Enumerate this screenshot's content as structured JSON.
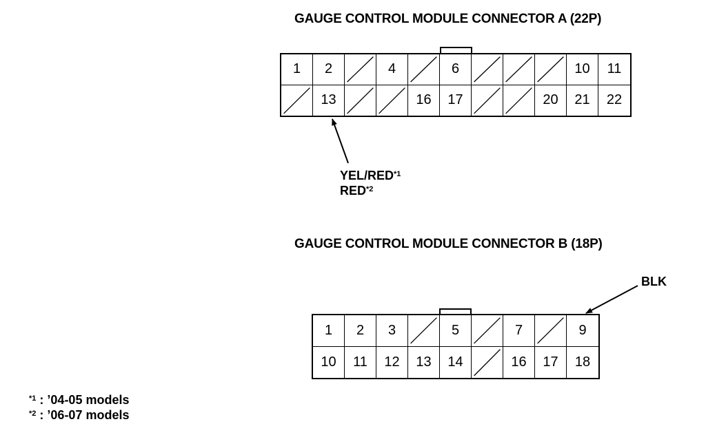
{
  "connector_a": {
    "title": "GAUGE CONTROL MODULE CONNECTOR A (22P)",
    "rows": [
      [
        "1",
        "2",
        "",
        "4",
        "",
        "6",
        "",
        "",
        "",
        "10",
        "11"
      ],
      [
        "",
        "13",
        "",
        "",
        "16",
        "17",
        "",
        "",
        "20",
        "21",
        "22"
      ]
    ],
    "wire_label_line1": "YEL/RED",
    "wire_label_line1_mark": "*1",
    "wire_label_line2": "RED",
    "wire_label_line2_mark": "*2"
  },
  "connector_b": {
    "title": "GAUGE CONTROL MODULE CONNECTOR B (18P)",
    "rows": [
      [
        "1",
        "2",
        "3",
        "",
        "5",
        "",
        "7",
        "",
        "9"
      ],
      [
        "10",
        "11",
        "12",
        "13",
        "14",
        "",
        "16",
        "17",
        "18"
      ]
    ],
    "wire_label": "BLK"
  },
  "footnotes": [
    {
      "mark": "*1",
      "text": ": ’04-05 models"
    },
    {
      "mark": "*2",
      "text": ": ’06-07 models"
    }
  ]
}
